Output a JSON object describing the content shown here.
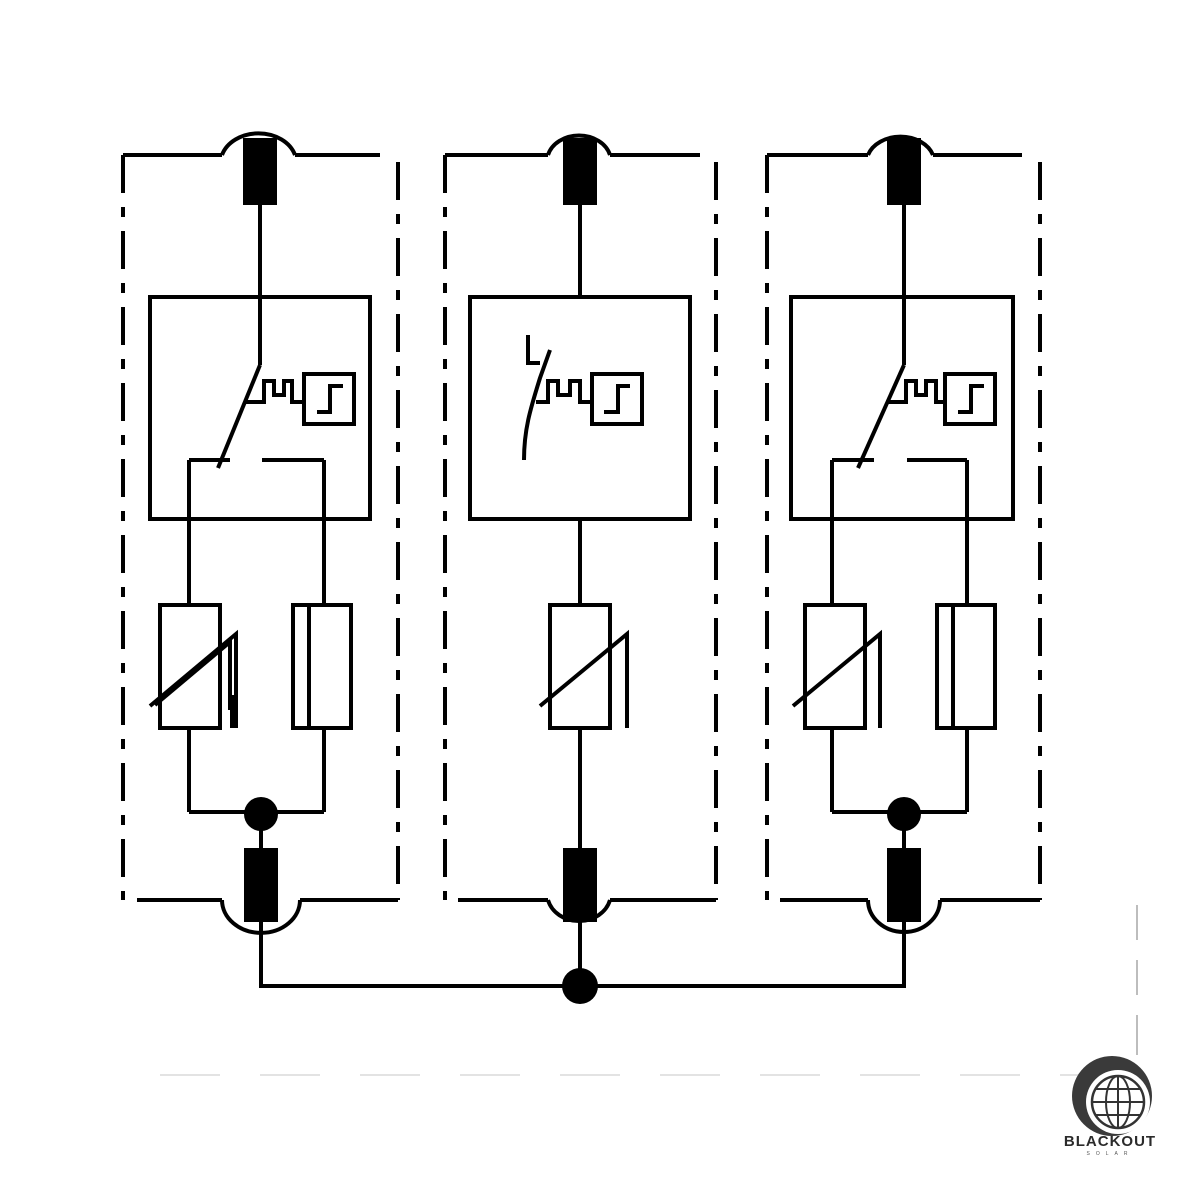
{
  "modules": [
    {
      "id": "module-1",
      "disconnector": "closed",
      "branches": [
        "varistor",
        "fuse"
      ]
    },
    {
      "id": "module-2",
      "disconnector": "open",
      "branches": [
        "varistor"
      ]
    },
    {
      "id": "module-3",
      "disconnector": "closed",
      "branches": [
        "varistor",
        "fuse"
      ]
    }
  ],
  "colors": {
    "line": "#000000",
    "background": "#ffffff",
    "logo_dark": "#3a3a3a"
  },
  "logo": {
    "name": "BLACKOUT",
    "tagline": "SOLAR",
    "icon": "globe-icon"
  }
}
